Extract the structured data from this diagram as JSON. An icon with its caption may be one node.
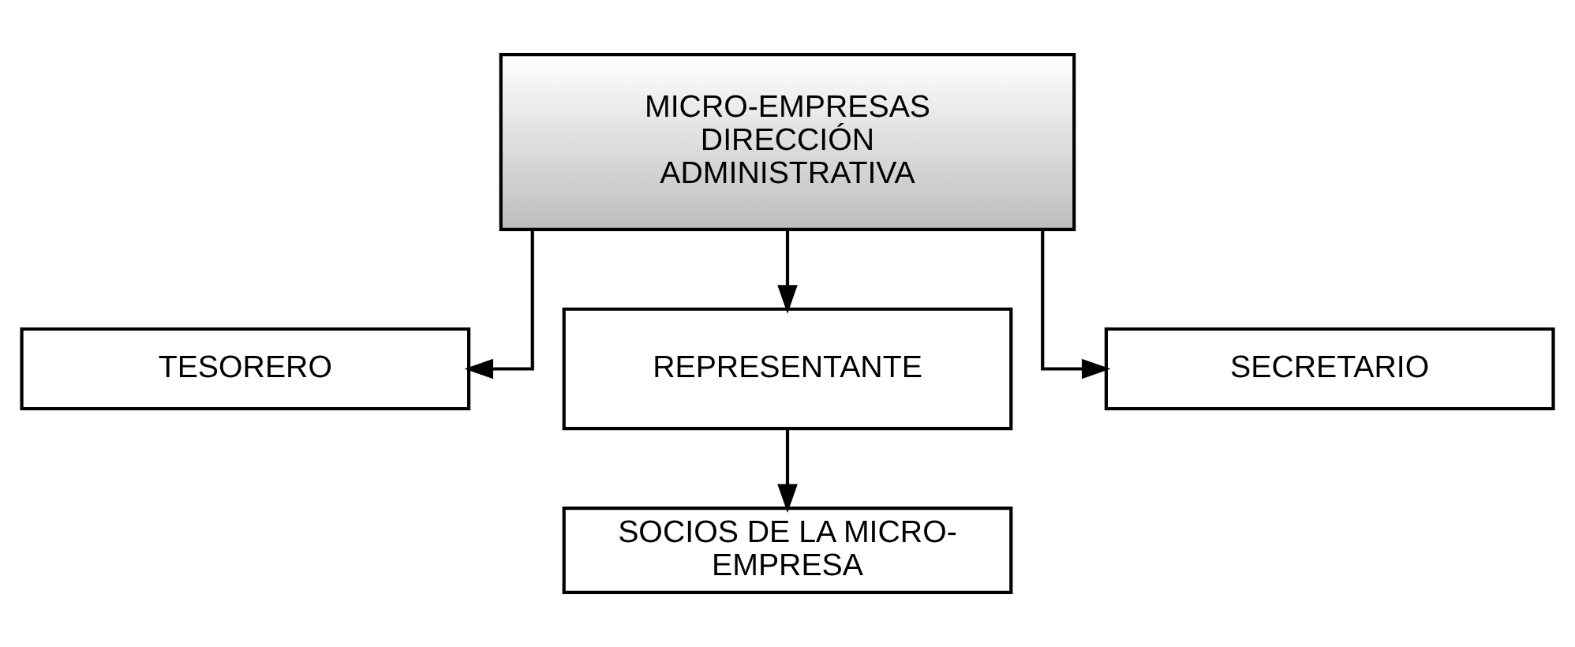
{
  "diagram": {
    "nodes": [
      {
        "text": [
          "MICRO-EMPRESAS DIRECCIÓN ADMINISTRATIVA"
        ]
      },
      {
        "text": [
          "TESORERO"
        ]
      },
      {
        "text": [
          "REPRESENTANTE"
        ]
      },
      {
        "text": [
          "SECRETARIO"
        ]
      },
      {
        "text": [
          "SOCIOS DE LA MICRO-EMPRESA"
        ]
      }
    ],
    "edges": [
      {
        "from": 0,
        "to": 1,
        "arrow": "to"
      },
      {
        "from": 0,
        "to": 2,
        "arrow": "to"
      },
      {
        "from": 0,
        "to": 3,
        "arrow": "to"
      },
      {
        "from": 2,
        "to": 4,
        "arrow": "to"
      }
    ]
  }
}
